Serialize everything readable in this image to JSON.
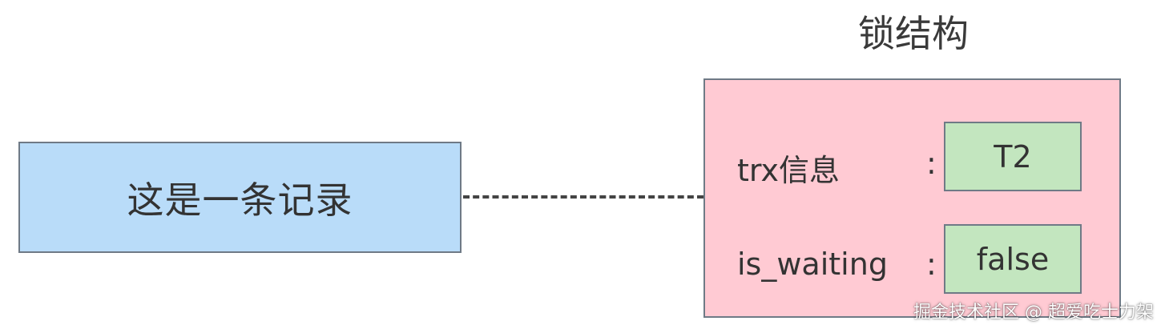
{
  "record": {
    "label": "这是一条记录"
  },
  "lock_structure": {
    "title": "锁结构",
    "fields": [
      {
        "label": "trx信息",
        "separator": ":",
        "value": "T2"
      },
      {
        "label": "is_waiting",
        "separator": ":",
        "value": "false"
      }
    ]
  },
  "watermark": "掘金技术社区 @ 超爱吃士力架",
  "colors": {
    "record_fill": "#b9dcf9",
    "lock_fill": "#ffcad3",
    "value_fill": "#c3e6bf",
    "border": "#6f7a86"
  }
}
